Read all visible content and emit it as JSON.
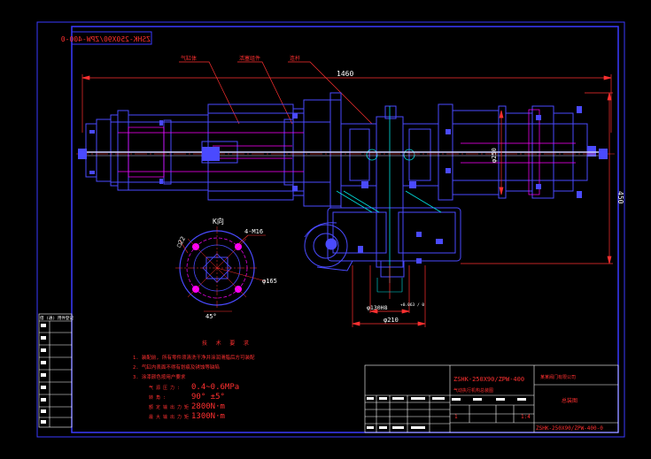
{
  "colors": {
    "background": "#000000",
    "frame": "#3a3aff",
    "part": "#4a4aff",
    "hidden": "#ff00ff",
    "dimension": "#ff3030",
    "centerline": "#ff3030",
    "shaft": "#d0d0ff",
    "text_white": "#ffffff",
    "text_red": "#ff3030",
    "text_yellow": "#e8e800",
    "cyan": "#00e0e0",
    "green": "#00e000"
  },
  "drawing": {
    "code_box": "ZSHK-250X90/ZPW-400-0",
    "leaders": [
      "气缸体",
      "活塞组件",
      "连杆"
    ],
    "dim_overall_length": "1460",
    "dim_height": "450",
    "dim_cylinder_dia": "φ250",
    "dim_base_bore": "φ130H8",
    "dim_base_tol": "+0.063 / 0",
    "dim_base_width": "φ210",
    "view_label": "K向",
    "flange_bolts": "4-M16",
    "flange_pcd": "φ165",
    "flange_square": "□22",
    "flange_angle": "45°"
  },
  "notes": {
    "heading": "技 术 要 求",
    "items": [
      "1. 装配前, 所有零件须清洗干净并涂润滑脂后方可装配",
      "2. 气缸内表面不得有划痕及锈蚀等缺陷",
      "3. 涂漆颜色按用户要求"
    ],
    "params": [
      {
        "label": "气 源 压 力 :",
        "value": "0.4~0.6MPa"
      },
      {
        "label": "转 角 :",
        "value": "90° ±5°"
      },
      {
        "label": "额 定 输 出 力 矩 :",
        "value": "2800N·m"
      },
      {
        "label": "最 大 输 出 力 矩 :",
        "value": "1300N·m"
      }
    ]
  },
  "side_table": {
    "header": "借 (通) 用件登记"
  },
  "title_block": {
    "model": "ZSHK-250X90/ZPW-400",
    "subtitle": "气动执行机构总装图",
    "company": "某某阀门有限公司",
    "sheet_name": "总装图",
    "scale": "1:4",
    "qty": "1",
    "code": "ZSHK-250X90/ZPW-400-0"
  }
}
